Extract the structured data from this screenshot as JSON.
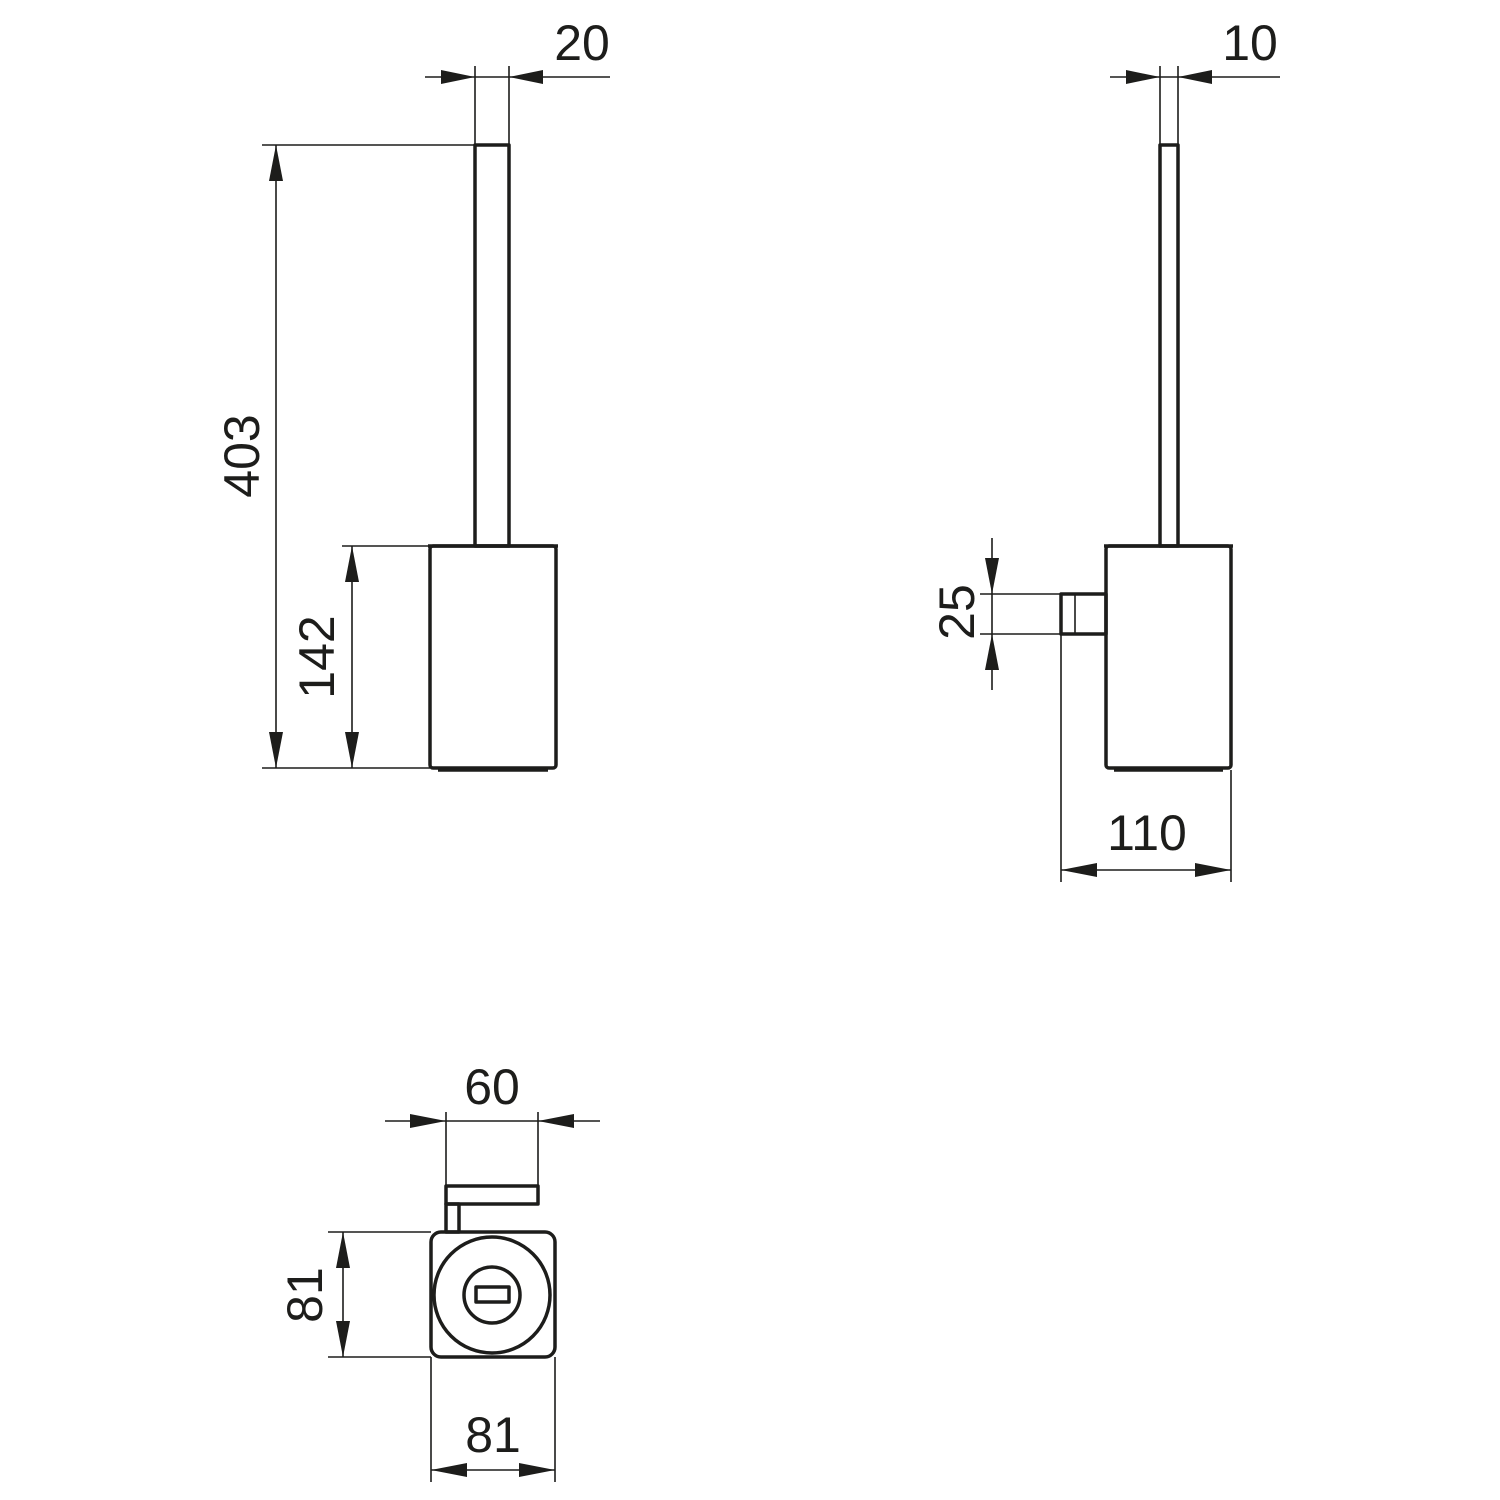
{
  "drawing": {
    "front_view": {
      "handle_width": "20",
      "total_height": "403",
      "holder_height": "142"
    },
    "side_view": {
      "handle_width": "10",
      "mount_height": "25",
      "depth": "110"
    },
    "top_view": {
      "bracket_width": "60",
      "holder_depth": "81",
      "holder_width": "81"
    }
  }
}
